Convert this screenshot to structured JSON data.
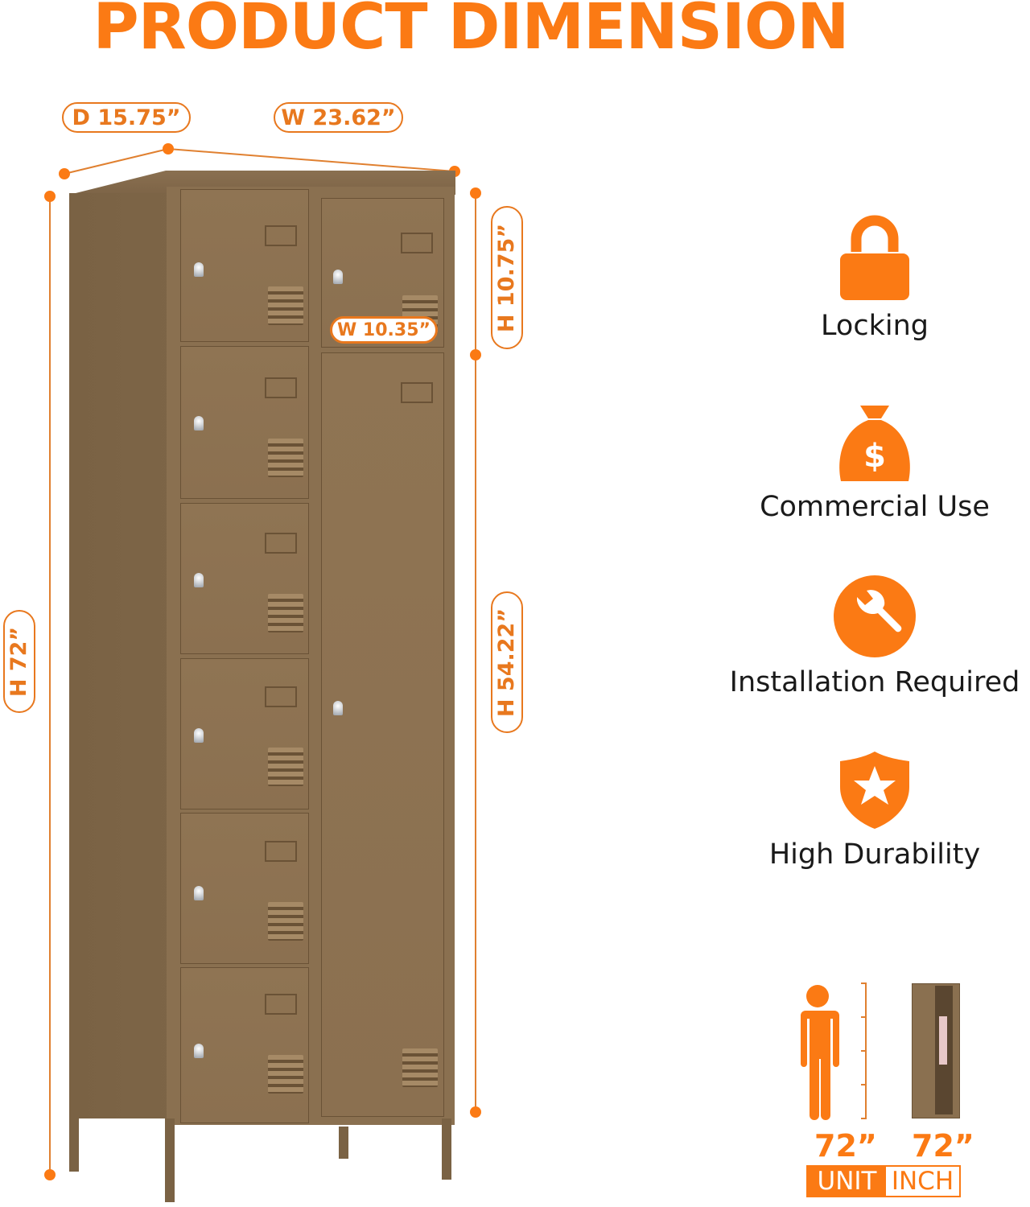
{
  "title": "PRODUCT DIMENSION",
  "dimensions": {
    "depth": "D 15.75”",
    "width": "W 23.62”",
    "height_total": "H 72”",
    "height_small_door": "H 10.75”",
    "width_small_door": "W 10.35”",
    "height_tall_door": "H 54.22”"
  },
  "product": {
    "small_lockers_count": 6,
    "tall_door_count": 1,
    "color": "#8a7050"
  },
  "features": [
    {
      "icon": "lock-icon",
      "label": "Locking"
    },
    {
      "icon": "money-bag-icon",
      "label": "Commercial Use"
    },
    {
      "icon": "wrench-icon",
      "label": "Installation Required"
    },
    {
      "icon": "shield-star-icon",
      "label": "High Durability"
    }
  ],
  "comparison": {
    "person_height": "72”",
    "locker_height": "72”",
    "unit_label": "UNIT",
    "unit_value": "INCH"
  },
  "colors": {
    "accent": "#fb7a14",
    "line": "#e08030",
    "text": "#1a1a1a"
  }
}
